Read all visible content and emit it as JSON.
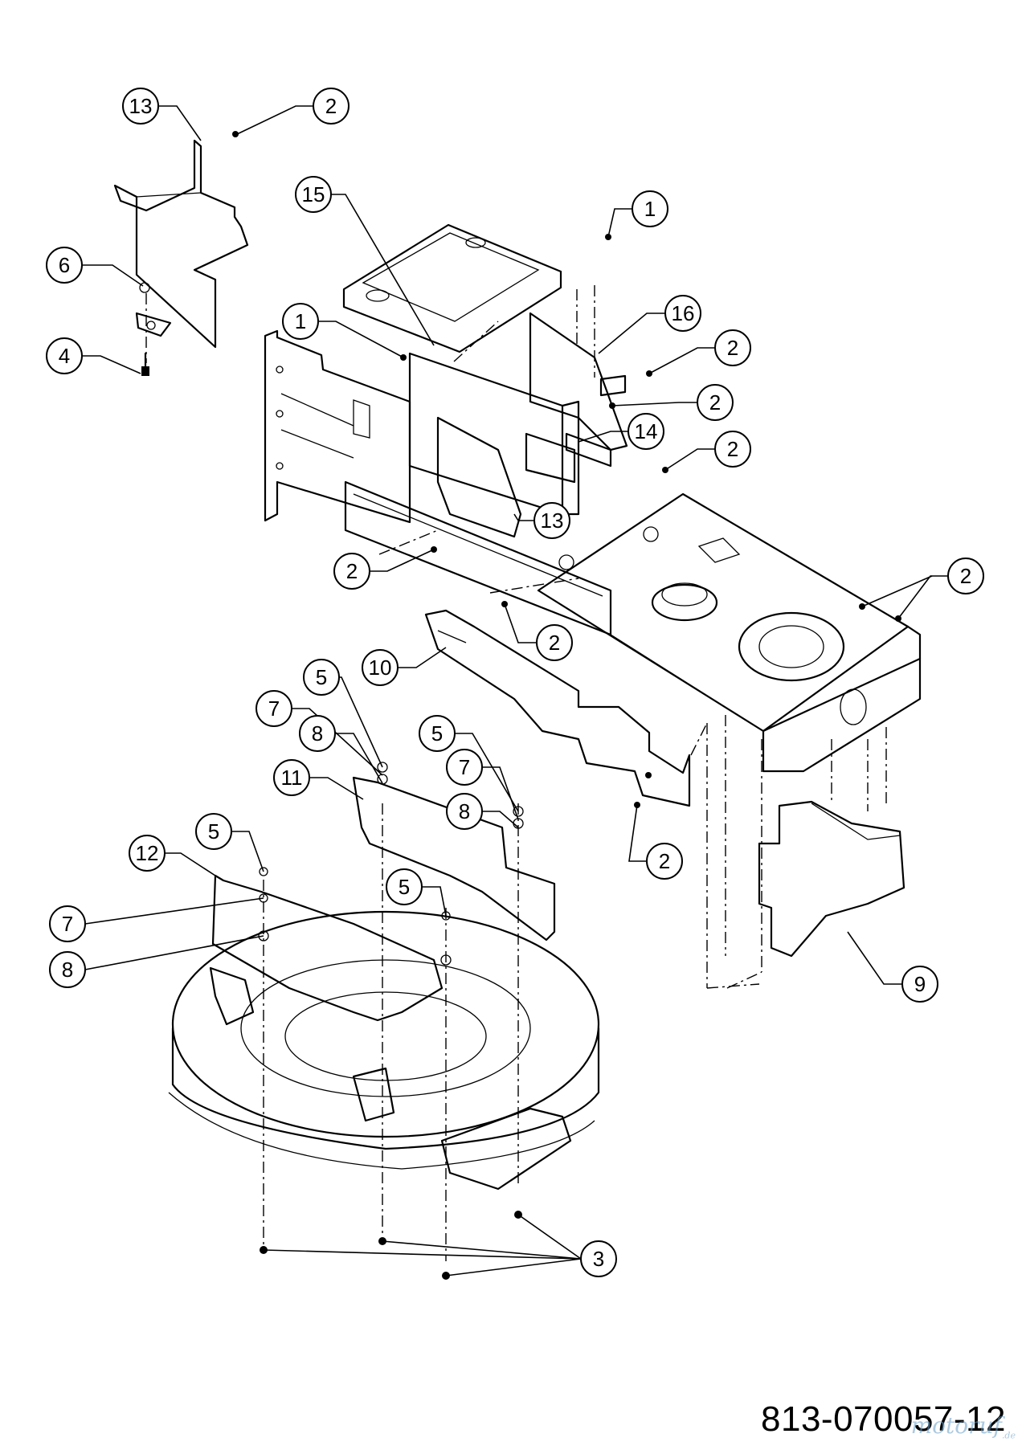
{
  "diagram": {
    "part_number": "813-070057-12",
    "watermark": {
      "text": "motoruf",
      "suffix": ".de"
    },
    "callouts": [
      {
        "id": "c13a",
        "label": "13"
      },
      {
        "id": "c2a",
        "label": "2"
      },
      {
        "id": "c6",
        "label": "6"
      },
      {
        "id": "c4",
        "label": "4"
      },
      {
        "id": "c15",
        "label": "15"
      },
      {
        "id": "c1a",
        "label": "1"
      },
      {
        "id": "c1b",
        "label": "1"
      },
      {
        "id": "c16",
        "label": "16"
      },
      {
        "id": "c2b",
        "label": "2"
      },
      {
        "id": "c2c",
        "label": "2"
      },
      {
        "id": "c14",
        "label": "14"
      },
      {
        "id": "c2d",
        "label": "2"
      },
      {
        "id": "c13b",
        "label": "13"
      },
      {
        "id": "c2e",
        "label": "2"
      },
      {
        "id": "c2f",
        "label": "2"
      },
      {
        "id": "c2g",
        "label": "2"
      },
      {
        "id": "c10",
        "label": "10"
      },
      {
        "id": "c5a",
        "label": "5"
      },
      {
        "id": "c7a",
        "label": "7"
      },
      {
        "id": "c8a",
        "label": "8"
      },
      {
        "id": "c5b",
        "label": "5"
      },
      {
        "id": "c11",
        "label": "11"
      },
      {
        "id": "c7b",
        "label": "7"
      },
      {
        "id": "c8b",
        "label": "8"
      },
      {
        "id": "c5c",
        "label": "5"
      },
      {
        "id": "c12",
        "label": "12"
      },
      {
        "id": "c5d",
        "label": "5"
      },
      {
        "id": "c2h",
        "label": "2"
      },
      {
        "id": "c7c",
        "label": "7"
      },
      {
        "id": "c8c",
        "label": "8"
      },
      {
        "id": "c9",
        "label": "9"
      },
      {
        "id": "c3",
        "label": "3"
      }
    ]
  }
}
